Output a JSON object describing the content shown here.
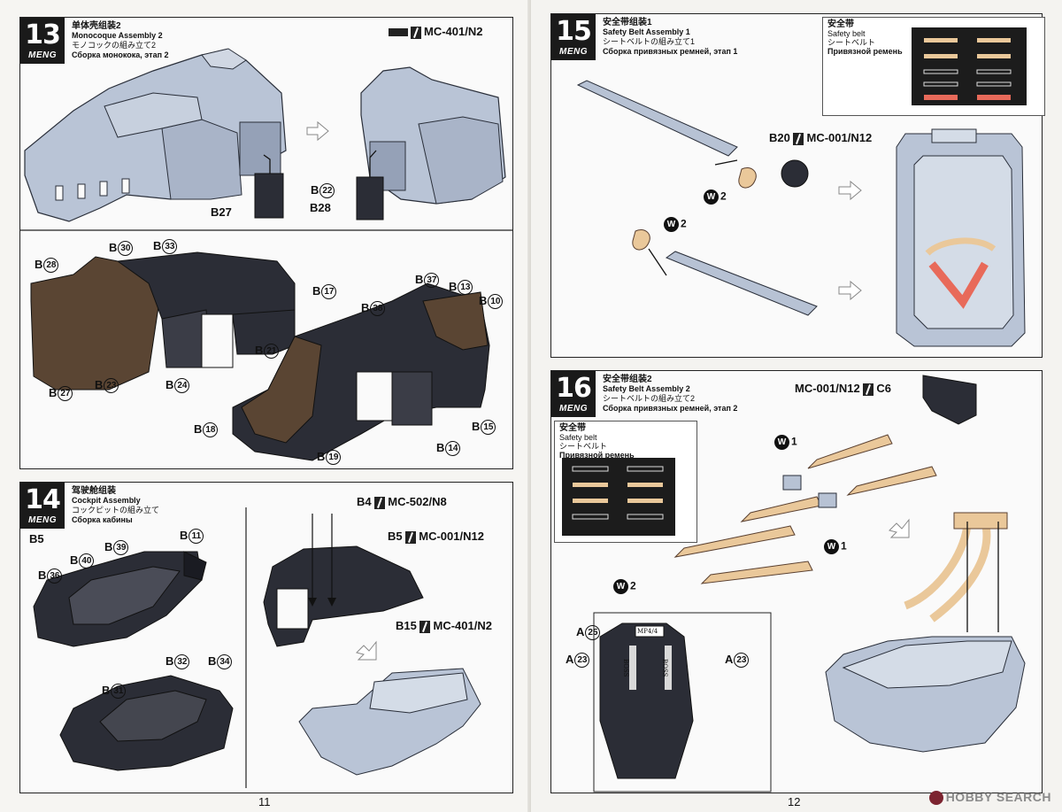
{
  "pages": {
    "left_number": "11",
    "right_number": "12"
  },
  "brand": "MENG",
  "step13": {
    "number": "13",
    "title_cn": "单体壳组装2",
    "title_en": "Monocoque Assembly 2",
    "title_jp": "モノコックの組み立て2",
    "title_ru": "Сборка монокока, этап 2",
    "paint": "MC-401/N2",
    "labels": {
      "b27": "B27",
      "b22": "B",
      "b22n": "22",
      "b28": "B28",
      "b30": "B",
      "b30n": "30",
      "b33": "B",
      "b33n": "33",
      "b28c": "B",
      "b28cn": "28",
      "b17": "B",
      "b17n": "17",
      "b21": "B",
      "b21n": "21",
      "b27c": "B",
      "b27cn": "27",
      "b23": "B",
      "b23n": "23",
      "b24": "B",
      "b24n": "24",
      "b37": "B",
      "b37n": "37",
      "b13": "B",
      "b13n": "13",
      "b10": "B",
      "b10n": "10",
      "b38": "B",
      "b38n": "38",
      "b18": "B",
      "b18n": "18",
      "b19": "B",
      "b19n": "19",
      "b14": "B",
      "b14n": "14",
      "b15": "B",
      "b15n": "15"
    }
  },
  "step14": {
    "number": "14",
    "title_cn": "驾驶舱组装",
    "title_en": "Cockpit Assembly",
    "title_jp": "コックピットの組み立て",
    "title_ru": "Сборка кабины",
    "labels": {
      "b5": "B5",
      "b36": "B",
      "b36n": "36",
      "b40": "B",
      "b40n": "40",
      "b39": "B",
      "b39n": "39",
      "b11": "B",
      "b11n": "11",
      "b32": "B",
      "b32n": "32",
      "b34": "B",
      "b34n": "34",
      "b31": "B",
      "b31n": "31",
      "b4": "B4",
      "b4paint": "MC-502/N8",
      "b5r": "B5",
      "b5paint": "MC-001/N12",
      "b15": "B15",
      "b15paint": "MC-401/N2"
    }
  },
  "step15": {
    "number": "15",
    "title_cn": "安全带组装1",
    "title_en": "Safety Belt Assembly 1",
    "title_jp": "シートベルトの組み立て1",
    "title_ru": "Сборка привязных ремней, этап 1",
    "info_cn": "安全带",
    "info_en": "Safety belt",
    "info_jp": "シートベルト",
    "info_ru": "Привязной ремень",
    "b20": "B20",
    "b20paint": "MC-001/N12",
    "w": "W",
    "w2": "2"
  },
  "step16": {
    "number": "16",
    "title_cn": "安全带组装2",
    "title_en": "Safety Belt Assembly 2",
    "title_jp": "シートベルトの組み立て2",
    "title_ru": "Сборка привязных ремней, этап 2",
    "info_cn": "安全带",
    "info_en": "Safety belt",
    "info_jp": "シートベルト",
    "info_ru": "Привязной ремень",
    "paint": "MC-001/N12",
    "c6": "C6",
    "w": "W",
    "w1": "1",
    "w2": "2",
    "a25": "A",
    "a25n": "25",
    "a23l": "A",
    "a23ln": "23",
    "a23r": "A",
    "a23rn": "23",
    "seat_text_1": "BOSS",
    "seat_text_2": "BOSS",
    "seat_text_3": "MP4/4"
  },
  "watermark": "HOBBY SEARCH",
  "colors": {
    "part_grey": "#b9c4d6",
    "part_dark": "#2b2d36",
    "part_brown": "#5a4533",
    "belt_tan": "#eac89a",
    "belt_red": "#e86a5a",
    "belt_grey": "#b7c2d4"
  }
}
